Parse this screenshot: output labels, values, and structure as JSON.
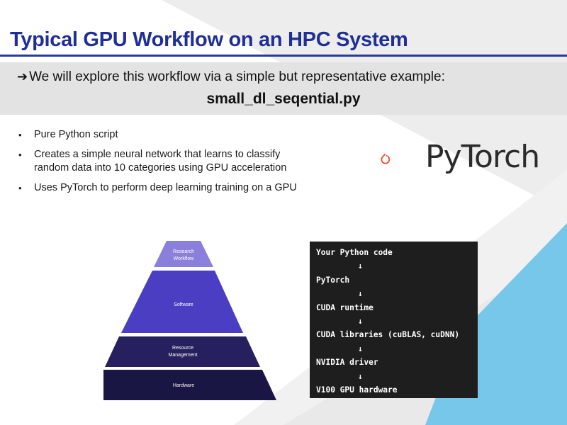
{
  "slide": {
    "title": "Typical GPU Workflow on an HPC System",
    "banner": {
      "arrow": "➔",
      "line": "We will explore this workflow via a simple but representative example:",
      "filename": "small_dl_seqential.py"
    },
    "bullets": [
      "Pure Python script",
      "Creates a simple neural network that learns to classify random data into 10 categories using GPU acceleration",
      "Uses PyTorch to perform deep learning training on a GPU"
    ],
    "logo": {
      "text": "PyTorch",
      "icon": "pytorch-flame-icon",
      "color": "#ee4c2c"
    },
    "pyramid": {
      "tiers": [
        {
          "label": "Research Workflow",
          "line1": "Research",
          "line2": "Workflow",
          "color": "#8a7fdb"
        },
        {
          "label": "Software",
          "line1": "Software",
          "line2": "",
          "color": "#4b3ec2"
        },
        {
          "label": "Resource Management",
          "line1": "Resource",
          "line2": "Management",
          "color": "#26215e"
        },
        {
          "label": "Hardware",
          "line1": "Hardware",
          "line2": "",
          "color": "#191643"
        }
      ]
    },
    "stack": {
      "arrow": "↓",
      "layers": [
        "Your Python code",
        "PyTorch",
        "CUDA runtime",
        "CUDA libraries (cuBLAS, cuDNN)",
        "NVIDIA driver",
        "V100 GPU hardware"
      ]
    },
    "colors": {
      "title": "#1f2f97",
      "banner_bg": "#e3e3e3",
      "accent_blue": "#6fc5ea",
      "code_bg": "#1e1e1e"
    }
  }
}
